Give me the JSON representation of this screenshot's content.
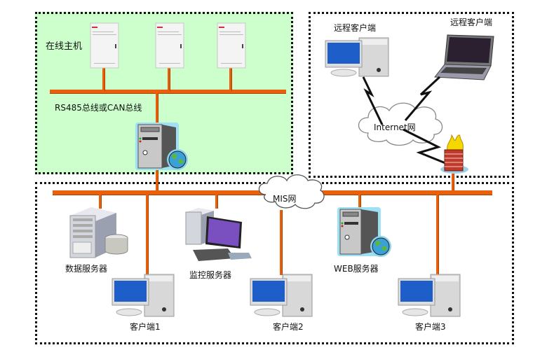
{
  "zones": {
    "online_hosts": {
      "label": "在线主机",
      "bus_label": "RS485总线或CAN总线",
      "fill": "#ccffcc"
    },
    "remote": {
      "clients": [
        "远程客户端",
        "远程客户端"
      ],
      "cloud_label": "Internet网"
    },
    "mis": {
      "cloud_label": "MIS网"
    }
  },
  "devices": {
    "data_server": "数据服务器",
    "monitor_server": "监控服务器",
    "web_server": "WEB服务器",
    "clients": [
      "客户端1",
      "客户端2",
      "客户端3"
    ]
  },
  "colors": {
    "bus": "#e8600c",
    "zone_border": "#111111",
    "online_zone_fill": "#ccffcc"
  }
}
